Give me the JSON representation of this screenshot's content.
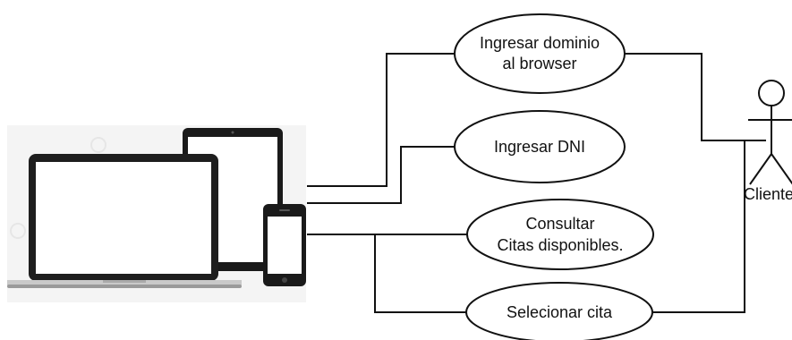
{
  "diagram": {
    "devices_image": {
      "icon": "devices-laptop-tablet-phone"
    },
    "use_cases": [
      {
        "id": "ingresar-dominio",
        "lines": [
          "Ingresar dominio",
          "al browser"
        ]
      },
      {
        "id": "ingresar-dni",
        "lines": [
          "Ingresar DNI"
        ]
      },
      {
        "id": "consultar-citas",
        "lines": [
          "Consultar",
          "Citas disponibles."
        ]
      },
      {
        "id": "selecionar-cita",
        "lines": [
          "Selecionar cita"
        ]
      }
    ],
    "actor": {
      "icon": "stick-figure-actor",
      "label": "Cliente"
    }
  }
}
